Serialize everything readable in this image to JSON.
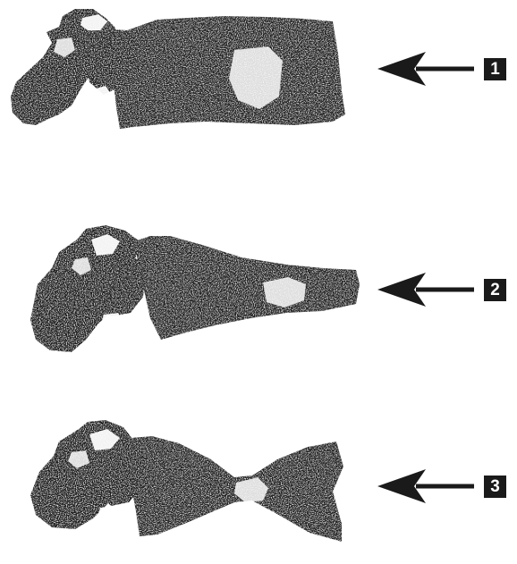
{
  "labels": {
    "vertebra_1": "1",
    "vertebra_2": "2",
    "vertebra_3": "3"
  },
  "colors": {
    "ink": "#1a1a1a",
    "bone_light": "#ffffff",
    "badge_background": "#1a1a1a",
    "badge_text": "#ffffff"
  },
  "icons": {
    "pointer": "arrow-left-icon"
  }
}
